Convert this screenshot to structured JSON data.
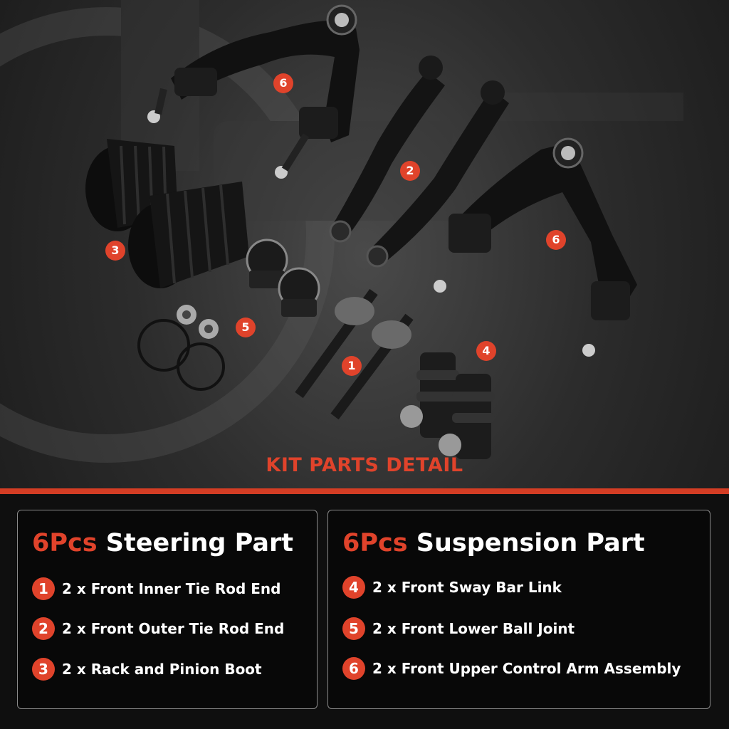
{
  "heading": "KIT PARTS DETAIL",
  "callouts": [
    "6",
    "2",
    "6",
    "3",
    "5",
    "1",
    "4"
  ],
  "steering": {
    "qty": "6Pcs",
    "title": "Steering Part",
    "items": [
      {
        "num": "1",
        "text": "2 x Front Inner Tie Rod End"
      },
      {
        "num": "2",
        "text": "2 x Front Outer Tie Rod End"
      },
      {
        "num": "3",
        "text": "2 x Rack and Pinion Boot"
      }
    ]
  },
  "suspension": {
    "qty": "6Pcs",
    "title": "Suspension Part",
    "items": [
      {
        "num": "4",
        "text": "2 x Front Sway Bar Link"
      },
      {
        "num": "5",
        "text": "2 x Front Lower Ball Joint"
      },
      {
        "num": "6",
        "text": "2 x Front Upper Control Arm Assembly"
      }
    ]
  },
  "colors": {
    "accent": "#e0432b",
    "rule": "#d43d24",
    "panel": "#080808"
  }
}
